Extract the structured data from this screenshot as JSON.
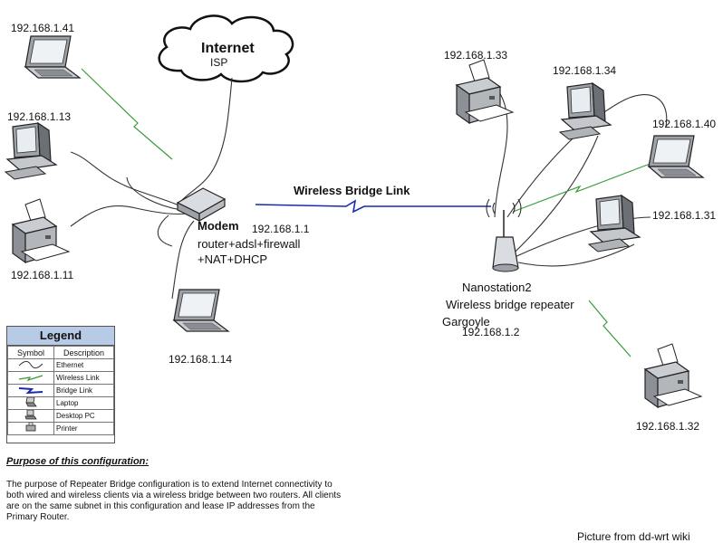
{
  "cloud": {
    "title": "Internet",
    "subtitle": "ISP"
  },
  "modem": {
    "name": "Modem",
    "ip": "192.168.1.1",
    "desc1": "router+adsl+firewall",
    "desc2": "+NAT+DHCP"
  },
  "bridge_link_label": "Wireless Bridge Link",
  "repeater": {
    "name": "Nanostation2",
    "desc": "Wireless bridge repeater",
    "firmware": "Gargoyle",
    "ip": "192.168.1.2"
  },
  "devices": {
    "laptop_41": "192.168.1.41",
    "desktop_13": "192.168.1.13",
    "printer_11": "192.168.1.11",
    "laptop_14": "192.168.1.14",
    "printer_33": "192.168.1.33",
    "desktop_34": "192.168.1.34",
    "laptop_40": "192.168.1.40",
    "desktop_31": "192.168.1.31",
    "printer_32": "192.168.1.32"
  },
  "legend": {
    "title": "Legend",
    "col_symbol": "Symbol",
    "col_description": "Description",
    "rows": [
      "Ethernet",
      "Wireless Link",
      "Bridge Link",
      "Laptop",
      "Desktop PC",
      "Printer"
    ]
  },
  "purpose": {
    "title": "Purpose of this configuration:",
    "text": "The purpose of Repeater Bridge configuration is to extend Internet connectivity to both wired and wireless clients via a wireless bridge between two routers.  All clients are on the same subnet in this configuration and lease IP addresses from the Primary Router."
  },
  "credit": "Picture from dd-wrt wiki",
  "colors": {
    "ethernet": "#333333",
    "wireless": "#3a9a3a",
    "bridge": "#1a2aa8",
    "legend_header": "#b7cbe6"
  }
}
